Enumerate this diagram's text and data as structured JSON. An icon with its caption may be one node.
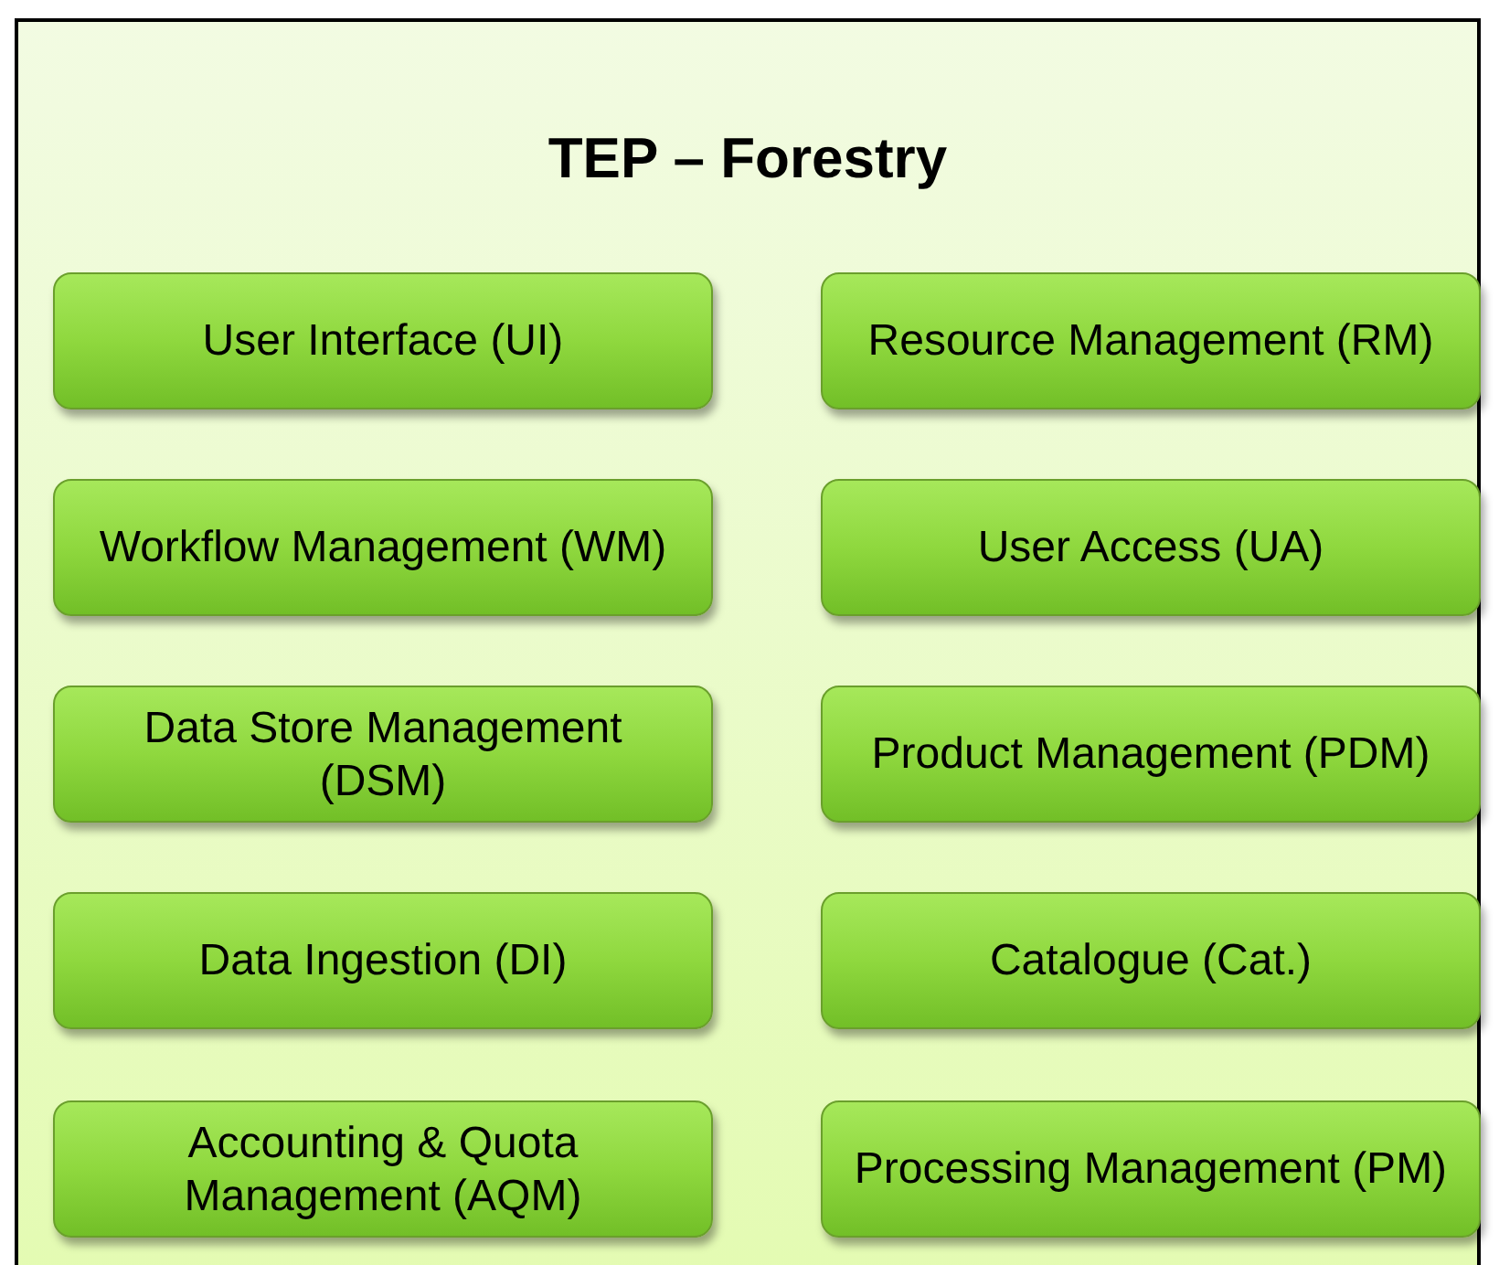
{
  "diagram": {
    "nodes": [
      {
        "text": [
          "TEP – Forestry"
        ]
      },
      {
        "text": [
          "User Interface (UI)"
        ],
        "in": 0
      },
      {
        "text": [
          "Resource Management (RM)"
        ],
        "in": 0
      },
      {
        "text": [
          "Workflow Management (WM)"
        ],
        "in": 0
      },
      {
        "text": [
          "User Access (UA)"
        ],
        "in": 0
      },
      {
        "text": [
          "Data Store Management (DSM)"
        ],
        "in": 0
      },
      {
        "text": [
          "Product Management (PDM)"
        ],
        "in": 0
      },
      {
        "text": [
          "Data Ingestion (DI)"
        ],
        "in": 0
      },
      {
        "text": [
          "Catalogue (Cat.)"
        ],
        "in": 0
      },
      {
        "text": [
          "Accounting & Quota Management (AQM)"
        ],
        "in": 0
      },
      {
        "text": [
          "Processing Management (PM)"
        ],
        "in": 0
      }
    ]
  }
}
